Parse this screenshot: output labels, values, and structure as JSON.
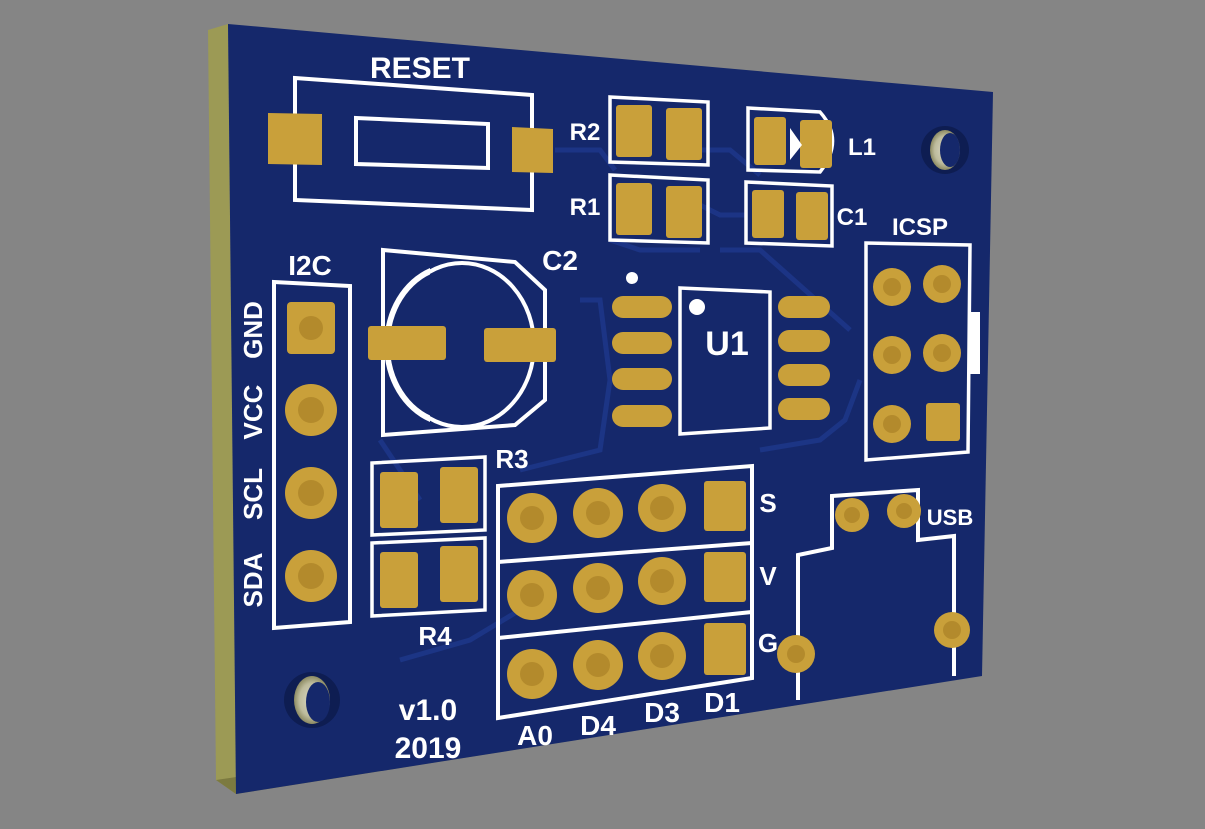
{
  "colors": {
    "background": "#858585",
    "board": "#15286b",
    "board_edge": "#9c9a55",
    "copper": "#c9a03a",
    "silkscreen": "#ffffff",
    "trace": "#1c3584"
  },
  "labels": {
    "reset": "RESET",
    "r2": "R2",
    "r1": "R1",
    "l1": "L1",
    "c1": "C1",
    "icsp": "ICSP",
    "i2c": "I2C",
    "c2": "C2",
    "u1": "U1",
    "r3": "R3",
    "r4": "R4",
    "gnd": "GND",
    "vcc": "VCC",
    "scl": "SCL",
    "sda": "SDA",
    "s": "S",
    "v": "V",
    "g": "G",
    "usb": "USB",
    "a0": "A0",
    "d4": "D4",
    "d3": "D3",
    "d1": "D1",
    "version": "v1.0",
    "year": "2019"
  }
}
